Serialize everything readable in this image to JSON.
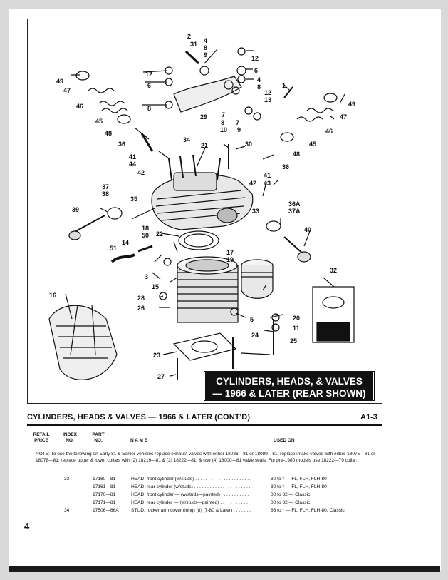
{
  "figure": {
    "caption_line1": "CYLINDERS, HEADS, & VALVES",
    "caption_line2": "— 1966 & LATER (REAR SHOWN)",
    "callouts": [
      "2",
      "31",
      "4",
      "8",
      "9",
      "12",
      "6",
      "4",
      "8",
      "12",
      "13",
      "1",
      "49",
      "47",
      "46",
      "45",
      "48",
      "12",
      "6",
      "8",
      "29",
      "7",
      "8",
      "10",
      "7",
      "9",
      "49",
      "47",
      "46",
      "45",
      "48",
      "36",
      "41",
      "44",
      "42",
      "34",
      "21",
      "30",
      "36",
      "41",
      "43",
      "42",
      "37",
      "38",
      "35",
      "33",
      "39",
      "36A",
      "37A",
      "18",
      "50",
      "22",
      "40",
      "14",
      "51",
      "3",
      "15",
      "17",
      "19",
      "32",
      "16",
      "28",
      "26",
      "5",
      "20",
      "11",
      "24",
      "25",
      "23",
      "27"
    ]
  },
  "section": {
    "title": "CYLINDERS, HEADS & VALVES — 1966 & LATER (CONT'D)",
    "page_ref": "A1-3"
  },
  "columns": {
    "retail_price": "RETAIL\nPRICE",
    "index_no": "INDEX\nNO.",
    "part_no": "PART\nNO.",
    "name": "N A M E",
    "used_on": "USED ON"
  },
  "note": {
    "label": "NOTE:",
    "text": "To use the following on Early 81 & Earlier vehicles replace exhaust valves with either 18086—81 or 18089—81; replace intake valves with either 18075—81 or 18078—81; replace upper & lower collars with (2) 18219—81 & (2) 18222—81; & use (4) 18000—81 valve seals. For pre-1980 models use 18222—79 collar."
  },
  "rows": [
    {
      "index": "33",
      "part": "17160—81",
      "name": "HEAD, front cylinder (w/studs) . . . . . . . . . . . . . . . . . . . . . .",
      "used": "80 to * — FL, FLH, FLH-80"
    },
    {
      "index": "",
      "part": "17161—81",
      "name": "HEAD, rear cylinder (w/studs) . . . . . . . . . . . . . . . . . . . . . .",
      "used": "80 to * — FL, FLH, FLH-80"
    },
    {
      "index": "",
      "part": "17170—81",
      "name": "HEAD, front cylinder — (w/studs—painted) . . . . . . . . . . .",
      "used": "80 to 82 — Classic"
    },
    {
      "index": "",
      "part": "17171—81",
      "name": "HEAD, rear cylinder — (w/studs—painted) . . . . . . . . . . .",
      "used": "80 to 82 — Classic"
    },
    {
      "index": "34",
      "part": "17506—66A",
      "name": "STUD, rocker arm cover (long) (8) (7-80 & Later) . . . . . . .",
      "used": "66 to * — FL, FLH, FLH-80, Classic"
    }
  ],
  "page_number": "4"
}
